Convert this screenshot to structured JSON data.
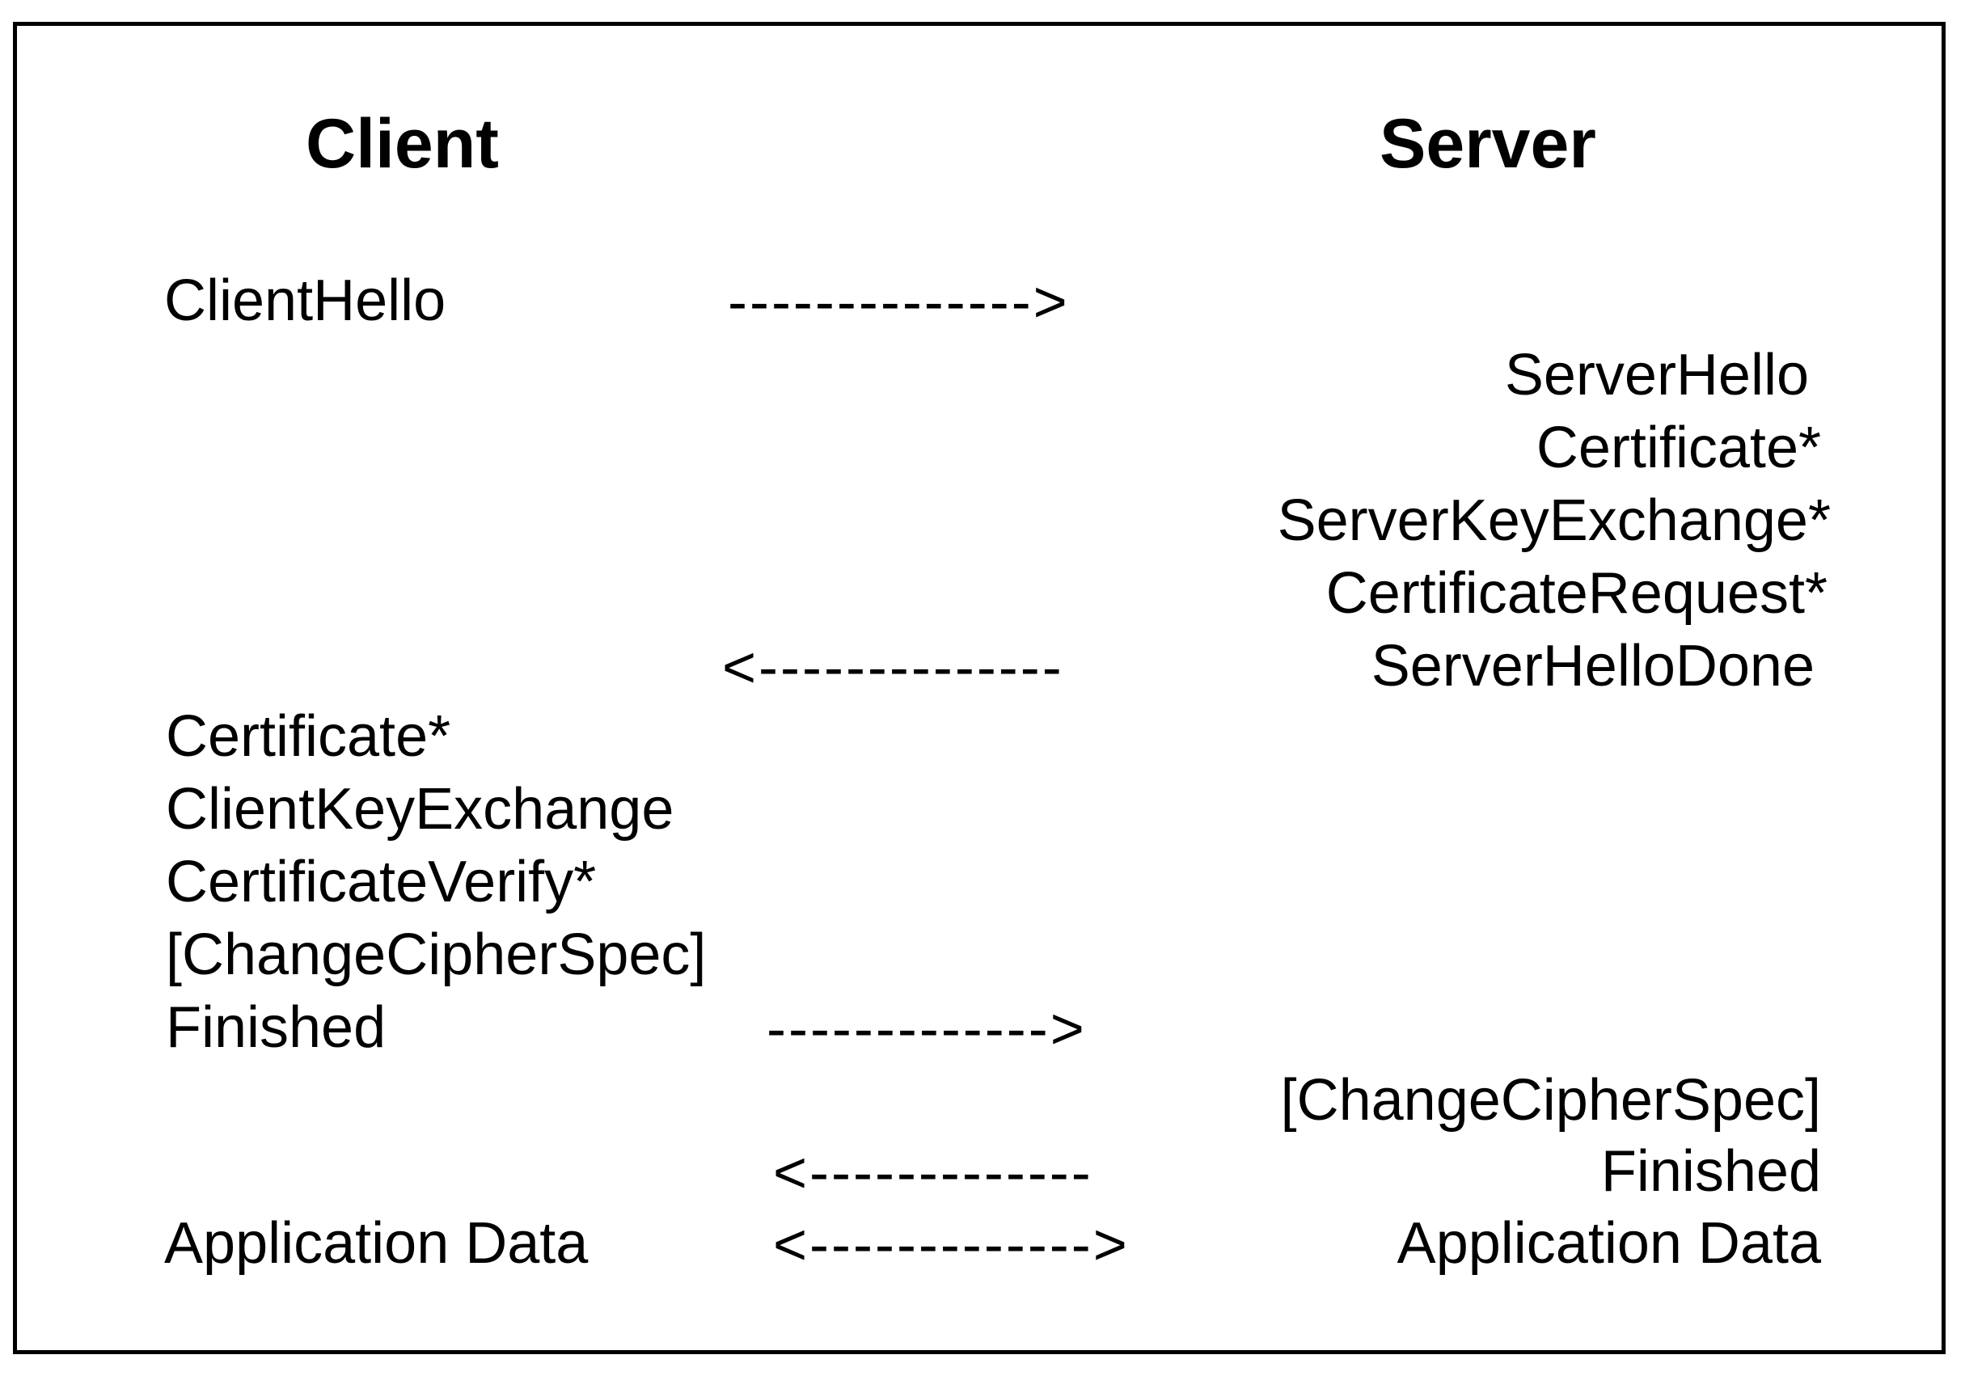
{
  "headers": {
    "client": "Client",
    "server": "Server"
  },
  "client_messages": {
    "client_hello": "ClientHello",
    "certificate": "Certificate*",
    "client_key_exchange": "ClientKeyExchange",
    "certificate_verify": "CertificateVerify*",
    "change_cipher_spec": "[ChangeCipherSpec]",
    "finished": "Finished",
    "application_data": "Application Data"
  },
  "server_messages": {
    "server_hello": "ServerHello",
    "certificate": "Certificate*",
    "server_key_exchange": "ServerKeyExchange*",
    "certificate_request": "CertificateRequest*",
    "server_hello_done": "ServerHelloDone",
    "change_cipher_spec": "[ChangeCipherSpec]",
    "finished": "Finished",
    "application_data": "Application Data"
  },
  "arrows": {
    "client_to_server_1": "-------------->",
    "server_to_client_1": "<--------------",
    "client_to_server_2": "------------->",
    "server_to_client_2": "<-------------",
    "bidirectional": "<------------->"
  }
}
